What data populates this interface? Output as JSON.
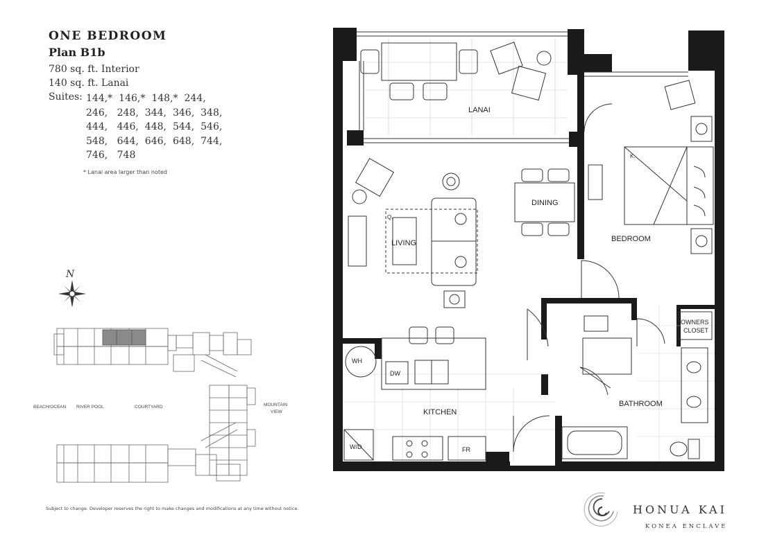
{
  "plan": {
    "title": "ONE BEDROOM",
    "subtitle": "Plan B1b",
    "interior": "780 sq. ft. Interior",
    "lanai": "140 sq. ft. Lanai",
    "suites_label": "Suites:",
    "suites": [
      "144,*",
      "146,*",
      "148,*",
      "244,",
      "246,",
      "248,",
      "344,",
      "346,",
      "348,",
      "444,",
      "446,",
      "448,",
      "544,",
      "546,",
      "548,",
      "644,",
      "646,",
      "648,",
      "744,",
      "746,",
      "748"
    ],
    "note": "* Lanai area larger than noted"
  },
  "site_map": {
    "north": "N",
    "labels": {
      "beach": "BEACH/OCEAN",
      "river": "RIVER POOL",
      "courtyard": "COURTYARD",
      "mountain_1": "MOUNTAIN",
      "mountain_2": "VIEW"
    },
    "highlight_color": "#8a8a8a"
  },
  "floorplan": {
    "rooms": {
      "lanai": "LANAI",
      "dining": "DINING",
      "living": "LIVING",
      "bedroom": "BEDROOM",
      "kitchen": "KITCHEN",
      "bathroom": "BATHROOM",
      "owners_closet_1": "OWNERS",
      "owners_closet_2": "CLOSET"
    },
    "fixtures": {
      "wh": "WH",
      "dw": "DW",
      "wd": "W/D",
      "fr": "FR",
      "bed": "K.",
      "sofa": "Q."
    },
    "wall_color": "#1a1a1a"
  },
  "footer": {
    "disclaimer": "Subject to change. Developer reserves the right to make changes and modifications at any time without notice.",
    "brand": "HONUA KAI",
    "brand_sub": "KONEA ENCLAVE"
  }
}
